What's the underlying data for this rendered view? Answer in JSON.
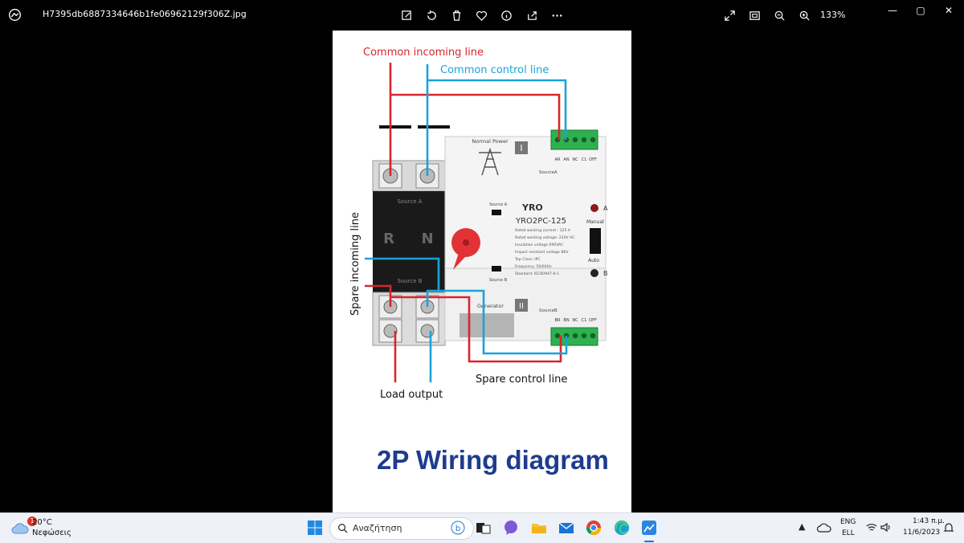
{
  "titlebar": {
    "filename": "H7395db6887334646b1fe06962129f306Z.jpg",
    "zoom": "133%",
    "icons": [
      "edit-icon",
      "rotate-icon",
      "delete-icon",
      "favorite-icon",
      "info-icon",
      "share-icon",
      "more-icon",
      "fullscreen-icon",
      "fit-icon",
      "zoom-out-icon",
      "zoom-in-icon"
    ]
  },
  "window_controls": {
    "minimize": "—",
    "maximize": "▢",
    "close": "✕"
  },
  "diagram": {
    "common_incoming": "Common incoming line",
    "common_control": "Common control line",
    "spare_incoming": "Spare incoming line",
    "spare_control": "Spare control line",
    "load_output": "Load output",
    "title": "2P Wiring diagram",
    "brand": "YRO",
    "model": "YRO2PC-125",
    "normal_power": "Normal Power",
    "generator": "Generator",
    "source_a": "Source A",
    "source_b": "Source B",
    "source_a_small": "SourceA",
    "source_b_small": "SourceB",
    "roman_1": "I",
    "roman_2": "II",
    "label_a": "A",
    "label_b": "B",
    "manual": "Manual",
    "auto": "Auto",
    "pole_r": "R",
    "pole_n": "N",
    "specs": [
      "Rated working current :  125 A",
      "Rated working voltage: 220V AC",
      "Insulation voltage        690VAC",
      "Impact resistant voltage     8KV",
      "Top Class:                          IPC",
      "Frequency:                 50/60Hz",
      "Standard:            IEC60947-6-1"
    ],
    "terminal_labels_a": [
      "AR",
      "AN",
      "NC",
      "C1",
      "OFF"
    ],
    "terminal_labels_b": [
      "BR",
      "BN",
      "NC",
      "C1",
      "OFF"
    ],
    "colors": {
      "red": "#d7262e",
      "blue": "#1aa3d9",
      "title": "#1f3b8f"
    }
  },
  "taskbar": {
    "weather_badge": "1",
    "temperature": "20°C",
    "weather_desc": "Νεφώσεις",
    "search_placeholder": "Αναζήτηση",
    "lang1": "ENG",
    "lang2": "ELL",
    "time": "1:43 π.μ.",
    "date": "11/6/2023"
  }
}
